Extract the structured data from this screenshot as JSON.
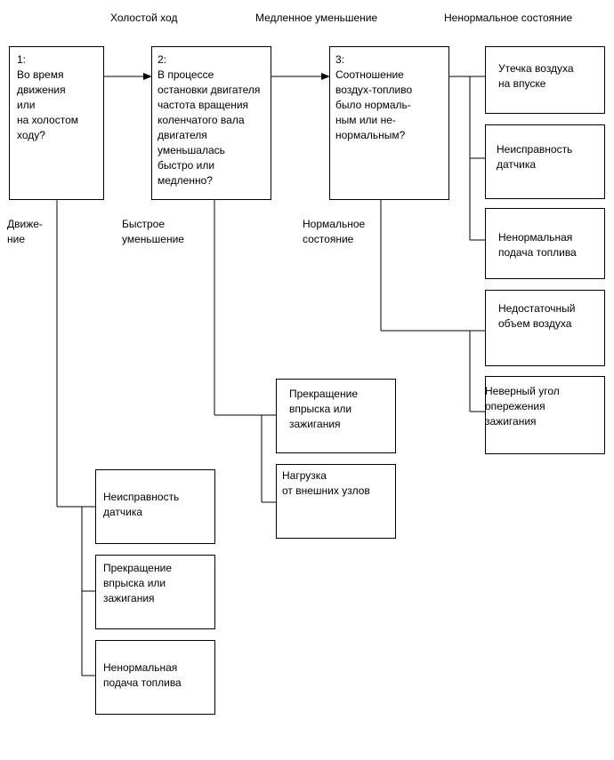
{
  "headers": {
    "idle": "Холостой ход",
    "slow": "Медленное уменьшение",
    "abnormal": "Ненормальное состояние"
  },
  "questions": {
    "q1": "1:\nВо время\nдвижения\nили\nна холостом\nходу?",
    "q2": "2:\nВ процессе\nостановки двигателя\nчастота вращения\nколенчатого вала\nдвигателя\nуменьшалась\nбыстро или\nмедленно?",
    "q3": "3:\nСоотношение\nвоздух-топливо\nбыло нормаль-\nным или не-\nнормальным?"
  },
  "branch_labels": {
    "driving": "Движе-\nние",
    "fast": "Быстрое\nуменьшение",
    "normal": "Нормальное\nсостояние"
  },
  "driving_causes": [
    "Неисправность\nдатчика",
    "Прекращение\nвпрыска или\nзажигания",
    "Ненормальная\nподача топлива"
  ],
  "fast_causes": [
    "Прекращение\nвпрыска или\nзажигания",
    "Нагрузка\nот внешних узлов"
  ],
  "abnormal_causes": [
    "Утечка воздуха\nна впуске",
    "Неисправность\nдатчика",
    "Ненормальная\nподача топлива"
  ],
  "normal_causes": [
    "Недостаточный\nобъем воздуха",
    "Неверный угол\nопережения\nзажигания"
  ]
}
